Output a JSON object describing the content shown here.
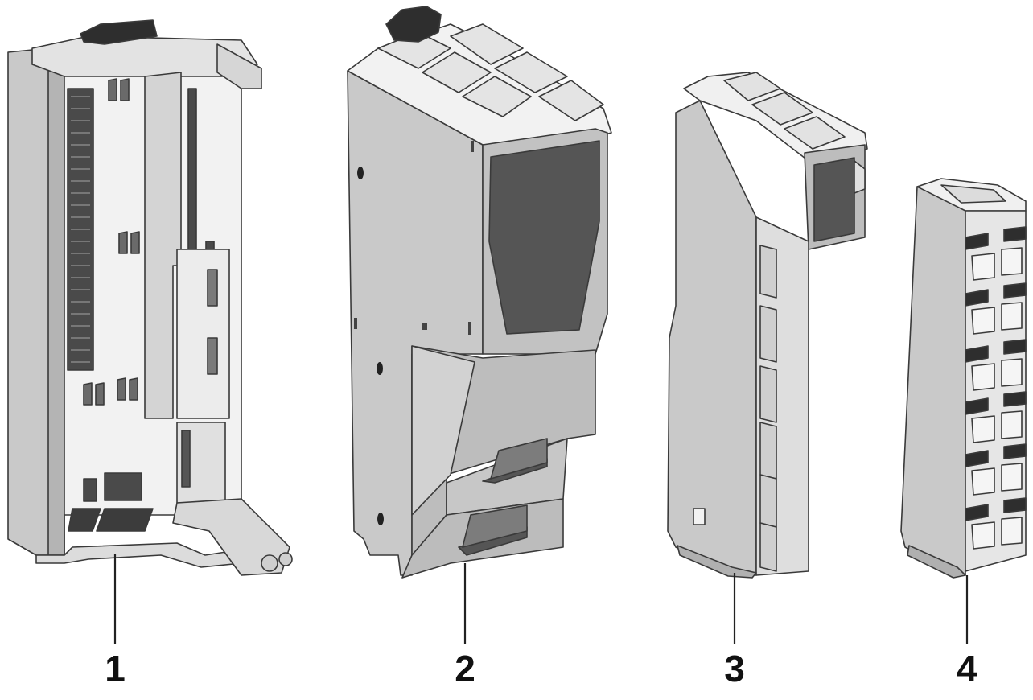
{
  "figure": {
    "components": [
      {
        "callout": "1",
        "icon": "base-unit-icon"
      },
      {
        "callout": "2",
        "icon": "electronic-module-icon"
      },
      {
        "callout": "3",
        "icon": "narrow-module-icon"
      },
      {
        "callout": "4",
        "icon": "terminal-block-icon"
      }
    ]
  },
  "colors": {
    "housing": "#c9c9c9",
    "housing_light": "#e6e6e6",
    "housing_lighter": "#f2f2f2",
    "panel_dark": "#555555",
    "connector_dark": "#4a4a4a",
    "clip": "#2e2e2e",
    "outline": "#3a3a3a"
  }
}
